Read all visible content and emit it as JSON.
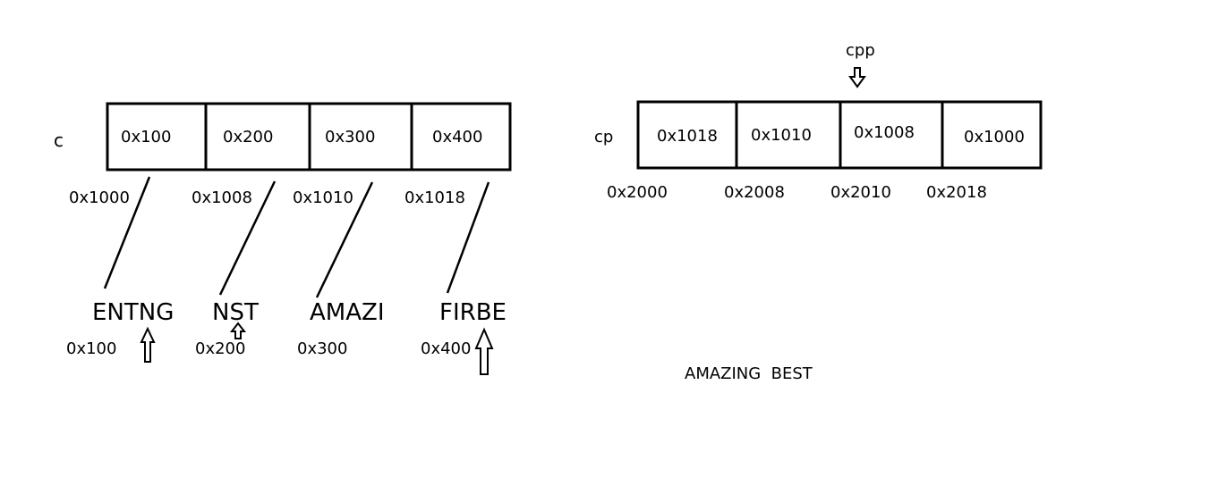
{
  "left": {
    "label": "c",
    "cells": [
      "0x100",
      "0x200",
      "0x300",
      "0x400"
    ],
    "addresses": [
      "0x1000",
      "0x1008",
      "0x1010",
      "0x1018"
    ],
    "strings": [
      "ENTNG",
      "NST",
      "AMAZI",
      "FIRBE"
    ],
    "string_addresses": [
      "0x100",
      "0x200",
      "0x300",
      "0x400"
    ]
  },
  "right": {
    "label": "cp",
    "pointer_label": "cpp",
    "cells": [
      "0x1018",
      "0x1010",
      "0x1008",
      "0x1000"
    ],
    "addresses": [
      "0x2000",
      "0x2008",
      "0x2010",
      "0x2018"
    ]
  },
  "output_text": "AMAZING  BEST"
}
